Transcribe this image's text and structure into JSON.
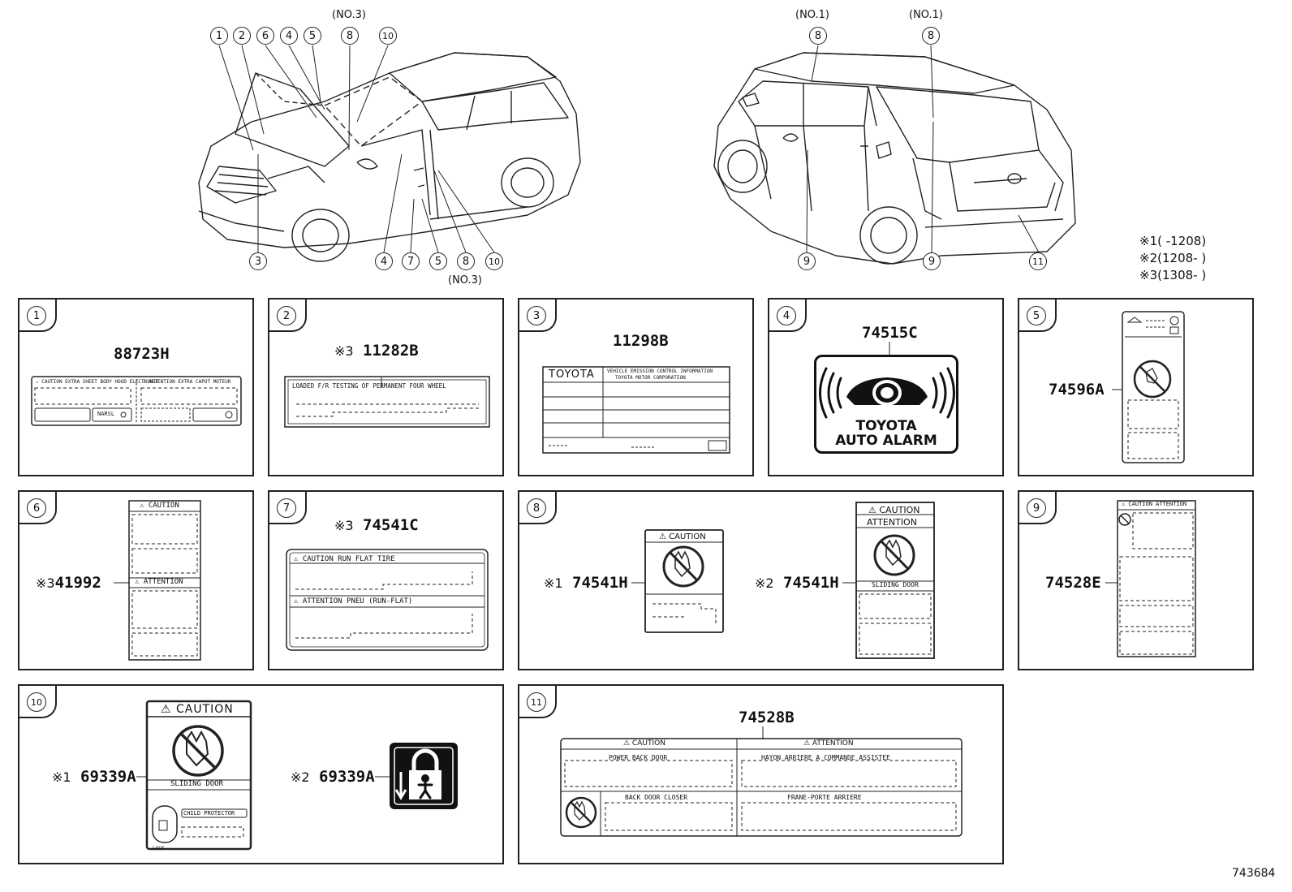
{
  "diagram_id": "743684",
  "notes": [
    {
      "mark": "※1",
      "range": "(        -1208)"
    },
    {
      "mark": "※2",
      "range": "(1208-        )"
    },
    {
      "mark": "※3",
      "range": "(1308-        )"
    }
  ],
  "front_view": {
    "top_callouts": [
      "1",
      "2",
      "6",
      "4",
      "5",
      "8",
      "10"
    ],
    "top_no": "(NO.3)",
    "bottom_callouts": [
      "3",
      "4",
      "7",
      "5",
      "8",
      "10"
    ],
    "bottom_no": "(NO.3)"
  },
  "rear_view": {
    "top_left": {
      "num": "8",
      "no": "(NO.1)"
    },
    "top_right": {
      "num": "8",
      "no": "(NO.1)"
    },
    "bottom_callouts": [
      "9",
      "9",
      "11"
    ]
  },
  "panels": {
    "p1": {
      "num": "1",
      "part": "88723H",
      "lines": [
        "⚠ CAUTION EXTRA SHEET BODY HOOD ELECTRONIC",
        "⚠ ATTENTION EXTRA CAPOT MOTEUR"
      ],
      "sub": "NARSL"
    },
    "p2": {
      "num": "2",
      "mark": "※3",
      "part": "11282B",
      "lines": [
        "LOADED F/R TESTING OF PERMANENT FOUR WHEEL"
      ]
    },
    "p3": {
      "num": "3",
      "part": "11298B",
      "brand": "TOYOTA",
      "lines": [
        "VEHICLE EMISSION CONTROL INFORMATION",
        "TOYOTA MOTOR CORPORATION"
      ]
    },
    "p4": {
      "num": "4",
      "part": "74515C",
      "line1": "TOYOTA",
      "line2": "AUTO ALARM"
    },
    "p5": {
      "num": "5",
      "part": "74596A"
    },
    "p6": {
      "num": "6",
      "mark": "※3",
      "part": "41992",
      "caution": "⚠ CAUTION",
      "attention": "⚠ ATTENTION"
    },
    "p7": {
      "num": "7",
      "mark": "※3",
      "part": "74541C",
      "lines": [
        "⚠ CAUTION RUN FLAT TIRE",
        "⚠ ATTENTION PNEU (RUN-FLAT)"
      ]
    },
    "p8": {
      "num": "8",
      "a": {
        "mark": "※1",
        "part": "74541H",
        "caution": "⚠ CAUTION"
      },
      "b": {
        "mark": "※2",
        "part": "74541H",
        "caution": "⚠ CAUTION",
        "attention": "ATTENTION",
        "sub": "SLIDING DOOR"
      }
    },
    "p9": {
      "num": "9",
      "part": "74528E",
      "caution": "⚠ CAUTION ATTENTION"
    },
    "p10": {
      "num": "10",
      "a": {
        "mark": "※1",
        "part": "69339A",
        "caution": "⚠ CAUTION",
        "sub": "SLIDING DOOR",
        "child": "CHILD PROTECTOR",
        "lock": "LOCK"
      },
      "b": {
        "mark": "※2",
        "part": "69339A"
      }
    },
    "p11": {
      "num": "11",
      "part": "74528B",
      "caution": "⚠ CAUTION",
      "attention": "⚠ ATTENTION",
      "cells": [
        "POWER BACK DOOR",
        "HAYON ARRIERE A COMMANDE ASSISTEE",
        "BACK DOOR CLOSER",
        "FRANE-PORTE ARRIERE"
      ]
    }
  }
}
